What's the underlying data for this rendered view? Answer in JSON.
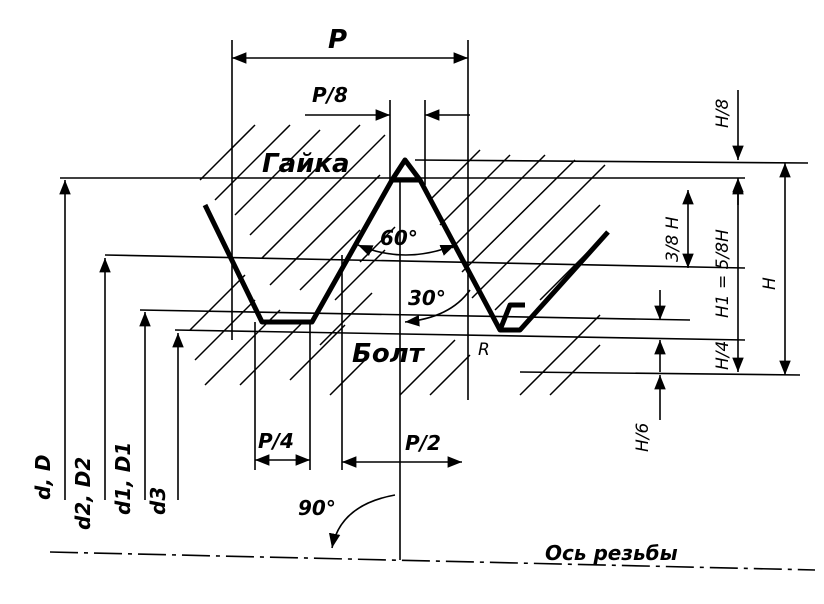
{
  "labels": {
    "pitch": "P",
    "p8": "P/8",
    "nut": "Гайка",
    "bolt": "Болт",
    "angle60": "60°",
    "angle30": "30°",
    "angle90": "90°",
    "p4": "P/4",
    "p2": "P/2",
    "h8": "H/8",
    "h38": "3/8 H",
    "h1": "H1 = 5/8H",
    "h": "H",
    "h4": "H/4",
    "h6": "H/6",
    "dD": "d, D",
    "d2D2": "d2, D2",
    "d1D1": "d1, D1",
    "d3": "d3",
    "axis": "Ось резьбы",
    "radius": "R"
  }
}
